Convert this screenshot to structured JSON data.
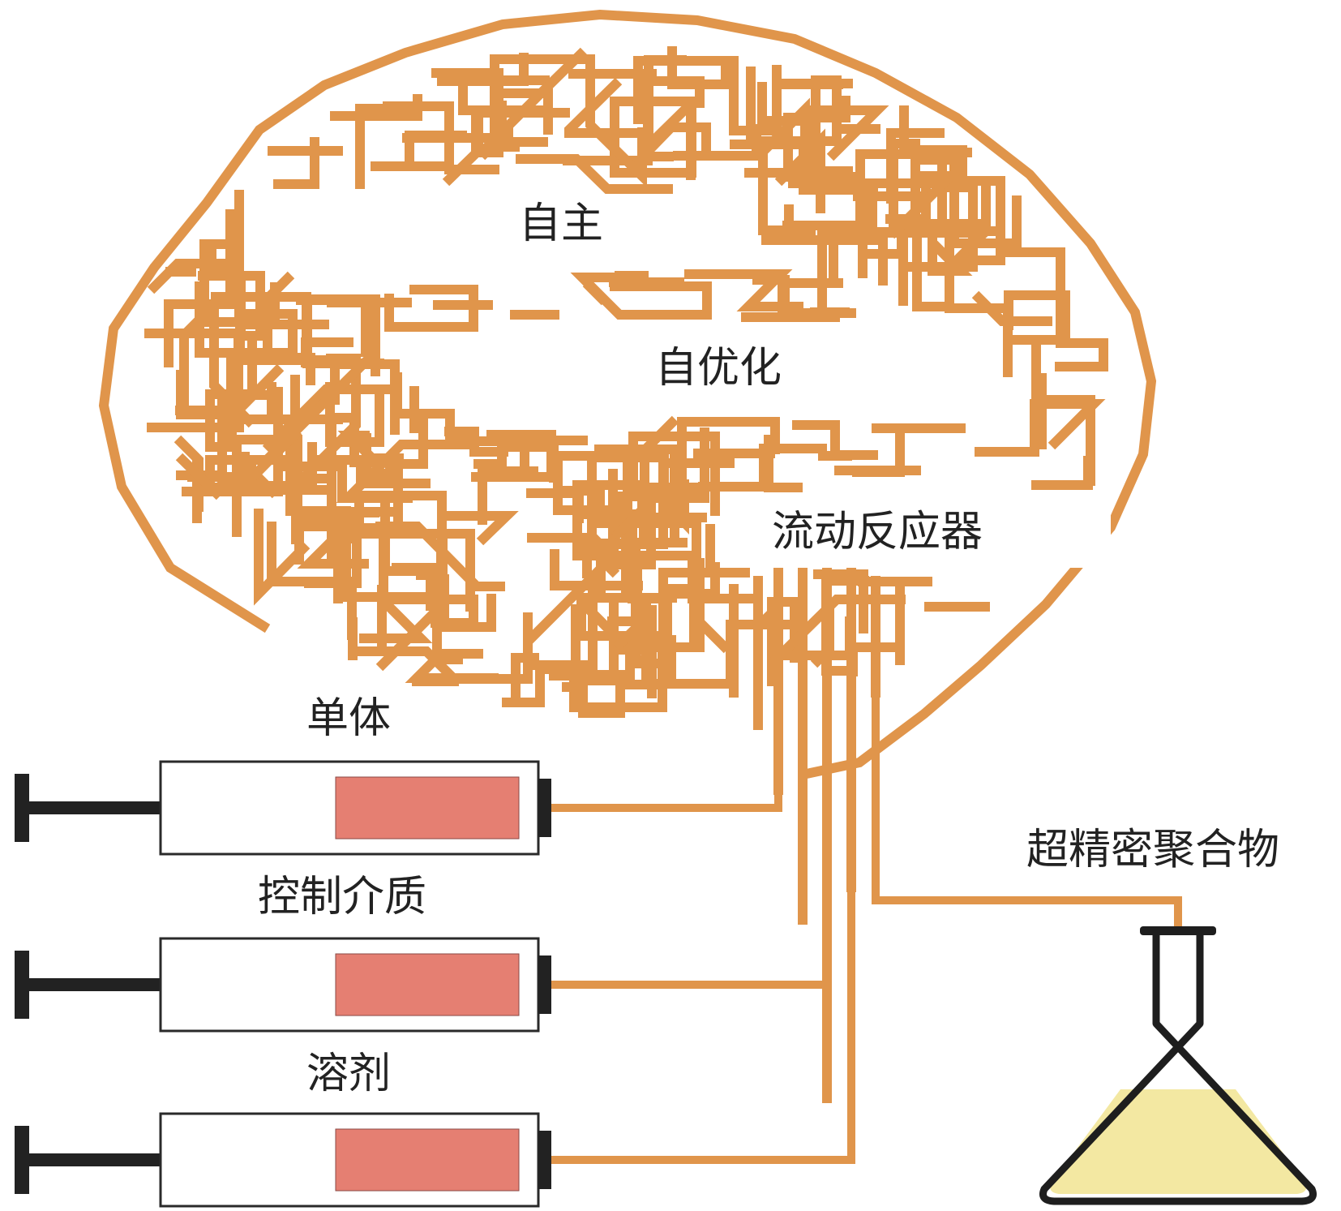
{
  "colors": {
    "trace": "#e0954b",
    "syringe_fill": "#e57f72",
    "syringe_border": "#2a2a2a",
    "plunger": "#222222",
    "flask_liquid": "#f3e8a2",
    "flask_outline": "#1e1e1e"
  },
  "brain": {
    "label_autonomous": "自主",
    "label_self_opt": "自优化",
    "label_flow_reactor": "流动反应器"
  },
  "syringes": [
    {
      "label": "单体"
    },
    {
      "label": "控制介质"
    },
    {
      "label": "溶剂"
    }
  ],
  "product": {
    "label": "超精密聚合物",
    "icon": "erlenmeyer-flask-icon"
  }
}
